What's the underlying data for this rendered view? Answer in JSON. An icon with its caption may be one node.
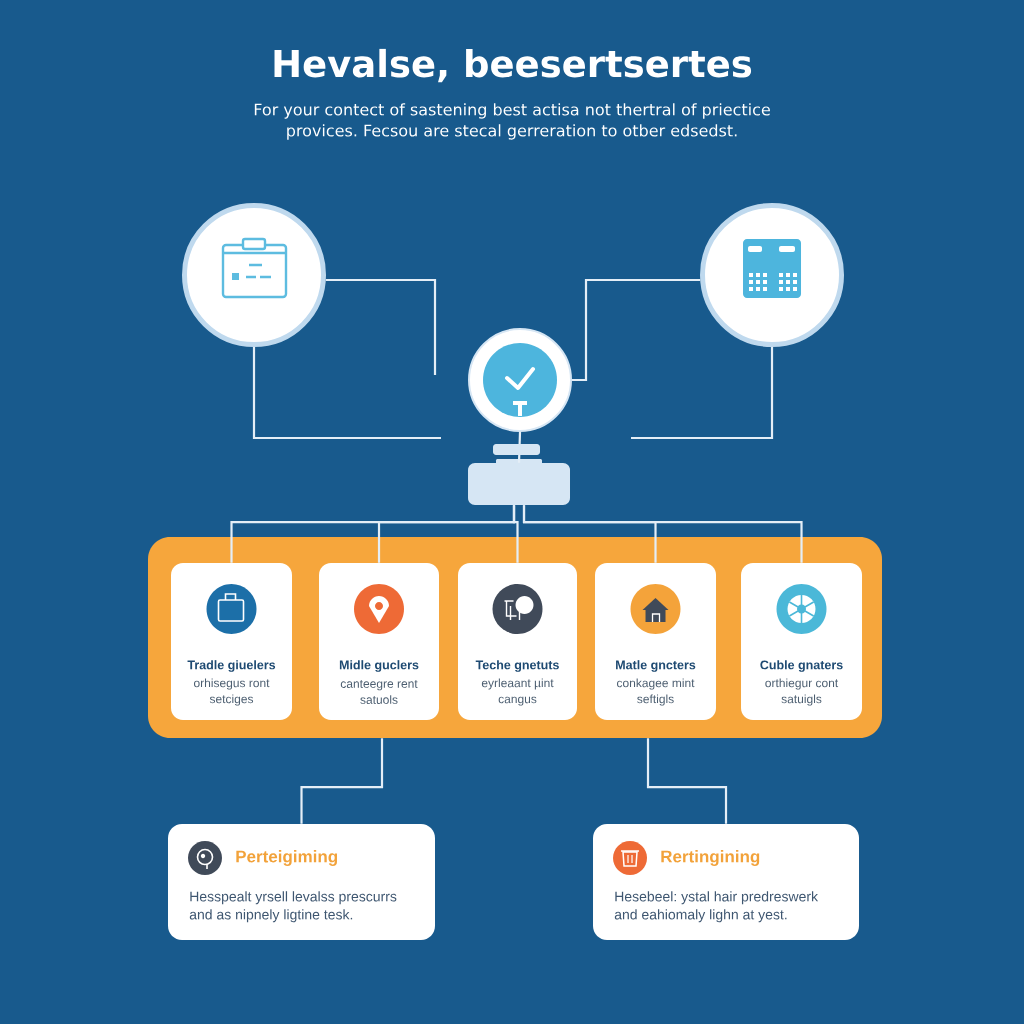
{
  "diagram": {
    "title": "Hevalse, beesertsertes",
    "nodes": [
      {
        "text": [],
        "shape": "circle"
      },
      {
        "text": [],
        "shape": "circle"
      },
      {
        "text": [],
        "shape": "circle"
      },
      {
        "text": [],
        "shape": "box"
      },
      {
        "text": [],
        "shape": "box"
      },
      {
        "text": [
          "Tradle giuelers",
          "orhisegus ront setciges"
        ],
        "in": 4
      },
      {
        "text": [
          "Midle guclers",
          "canteegre rent satuols"
        ],
        "in": 4
      },
      {
        "text": [
          "Teche gnetuts",
          "eyrleaant µint cangus"
        ],
        "in": 4
      },
      {
        "text": [
          "Matle gncters",
          "conkagee mint seftigls"
        ],
        "in": 4
      },
      {
        "text": [
          "Cuble gnaters",
          "orthiegur cont satuigls"
        ],
        "in": 4
      },
      {
        "text": [
          "Perteigiming",
          "Hesspealt yrsell levalss prescurrs and as nipnely ligtine tesk."
        ]
      },
      {
        "text": [
          "Rertingining",
          "Hesebeel: ystal hair predreswerk and eahiomaly lighn at yest."
        ]
      }
    ],
    "edges": [
      {
        "from": 0,
        "to": null,
        "arrow": "none"
      },
      {
        "from": 0,
        "to": null,
        "arrow": "none"
      },
      {
        "from": 1,
        "to": 2,
        "arrow": "none"
      },
      {
        "from": 1,
        "to": null,
        "arrow": "none"
      },
      {
        "from": 2,
        "to": 3,
        "arrow": "none"
      },
      {
        "from": 3,
        "to": 5,
        "arrow": "none"
      },
      {
        "from": 3,
        "to": 6,
        "arrow": "none"
      },
      {
        "from": 3,
        "to": 7,
        "arrow": "none"
      },
      {
        "from": 3,
        "to": 8,
        "arrow": "none"
      },
      {
        "from": 3,
        "to": 9,
        "arrow": "none"
      },
      {
        "from": 4,
        "to": 10,
        "arrow": "none"
      },
      {
        "from": 4,
        "to": 11,
        "arrow": "none"
      }
    ],
    "labels": [
      "For your contect of sastening best actisa not thertral of priectice provices. Fecsou are stecal gerreration to otber edsedst."
    ]
  }
}
